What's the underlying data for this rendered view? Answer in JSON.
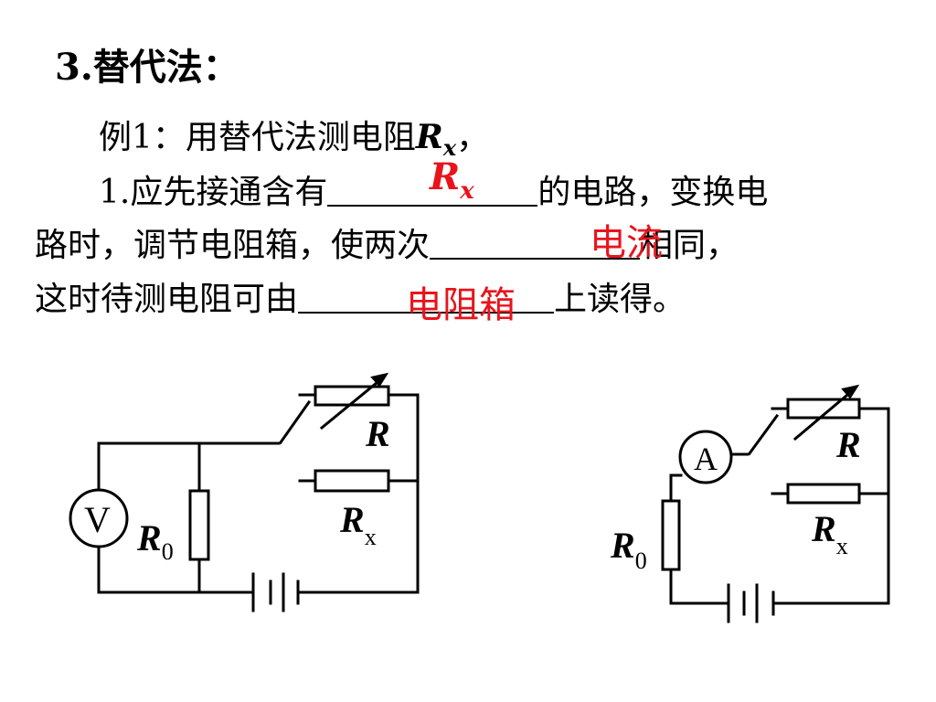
{
  "heading": {
    "num": "3.",
    "text": "替代法："
  },
  "example": {
    "prefix": "例1：用替代法测电阻",
    "var": "R",
    "sub": "x",
    "suffix": "，"
  },
  "step": {
    "line1_prefix": "1.应先接通含有",
    "line1_suffix": "的电路，变换电",
    "line2_prefix": "路时，调节电阻箱，使两次",
    "line2_suffix": "相同，",
    "line3_prefix": "这时待测电阻可由",
    "line3_suffix": "上读得。"
  },
  "answers": {
    "blank1_var": "R",
    "blank1_sub": "x",
    "blank2": "电流",
    "blank3": "电阻箱"
  },
  "circuit_left": {
    "meter": "V",
    "r0_var": "R",
    "r0_sub": "0",
    "r_label": "R",
    "rx_var": "R",
    "rx_sub": "x"
  },
  "circuit_right": {
    "meter": "A",
    "r0_var": "R",
    "r0_sub": "0",
    "r_label": "R",
    "rx_var": "R",
    "rx_sub": "x"
  },
  "colors": {
    "answer": "#e8141c",
    "text": "#000000"
  }
}
